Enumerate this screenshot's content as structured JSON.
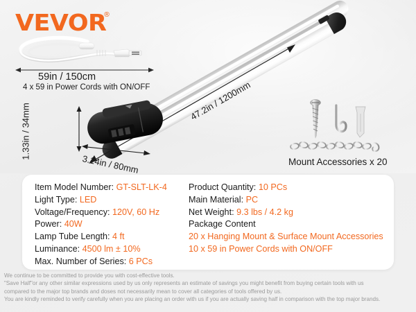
{
  "brand": {
    "name": "VEVOR",
    "registered_mark": "®",
    "color": "#F2681F"
  },
  "product_image": {
    "cord_icon": "power-cord-coiled",
    "tube_icon": "led-tube-light",
    "connector_icon": "tube-end-connector",
    "accessories_icon": "screw-hook-anchor-chain"
  },
  "dimensions": {
    "cord_length": "59in / 150cm",
    "cord_note": "4 x 59 in Power Cords with ON/OFF",
    "height": "1.33in / 34mm",
    "depth": "3.14in / 80mm",
    "tube_length": "47.2in / 1200mm",
    "mount_accessories": "Mount Accessories x 20"
  },
  "specs": {
    "left": [
      {
        "label": "Item Model Number:",
        "value": "GT-SLT-LK-4"
      },
      {
        "label": "Light Type:",
        "value": "LED"
      },
      {
        "label": "Voltage/Frequency:",
        "value": "120V, 60 Hz"
      },
      {
        "label": "Power:",
        "value": "40W"
      },
      {
        "label": "Lamp Tube Length:",
        "value": "4 ft"
      },
      {
        "label": "Luminance:",
        "value": "4500 lm ± 10%"
      },
      {
        "label": "Max. Number of Series:",
        "value": "6 PCs"
      }
    ],
    "right": [
      {
        "label": "Product Quantity:",
        "value": "10 PCs"
      },
      {
        "label": "Main Material:",
        "value": "PC"
      },
      {
        "label": "Net Weight:",
        "value": "9.3 lbs / 4.2 kg"
      },
      {
        "label": "Package Content",
        "value": ""
      }
    ],
    "package_contents": [
      "20 x Hanging Mount & Surface Mount Accessories",
      "10 x 59 in Power Cords with ON/OFF"
    ]
  },
  "footer": {
    "lines": [
      "We continue to be committed to provide you with cost-effective tools.",
      "\"Save Half\"or any other similar expressions used by us only represents an estimate of savings you might benefit from buying certain tools with us",
      "compared to the major top brands and doses not necessarily mean to cover all categories of tools offered by us.",
      "You are kindly reminded to verify carefully when you are placing an order with us if you are actually saving half in comparison with the top major brands."
    ]
  }
}
